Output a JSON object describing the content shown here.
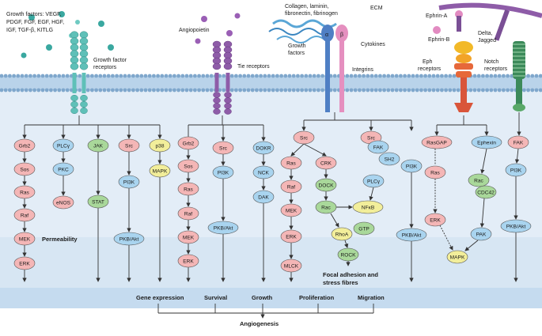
{
  "ligands": {
    "growth_factors_lines": [
      "Growth factors: VEGF,",
      "PDGF, FGF, EGF, HGF,",
      "IGF, TGF-β, KITLG"
    ],
    "angiopoietin": "Angiopoietin",
    "ecm_lines": [
      "Collagen, laminin,",
      "fibronectin, fibrinogen"
    ],
    "ecm": "ECM",
    "growth_factors_2_lines": [
      "Growth",
      "factors"
    ],
    "cytokines": "Cytokines",
    "ephrin_a": "Ephrin-A",
    "ephrin_b": "Ephrin-B",
    "delta_jagged_lines": [
      "Delta,",
      "Jagged"
    ]
  },
  "receptors": {
    "gf_receptors_lines": [
      "Growth factor",
      "receptors"
    ],
    "tie_receptors": "Tie receptors",
    "integrins": "Integrins",
    "integrin_alpha": "α",
    "integrin_beta": "β",
    "eph_receptors_lines": [
      "Eph",
      "receptors"
    ],
    "notch_receptors_lines": [
      "Notch",
      "receptors"
    ]
  },
  "nodes": {
    "grb2_a": "Grb2",
    "sos_a": "Sos",
    "ras_a": "Ras",
    "raf_a": "Raf",
    "mek_a": "MEK",
    "erk_a": "ERK",
    "plcg_a": "PLCγ",
    "pkc": "PKC",
    "enos": "eNOS",
    "jak": "JAK",
    "stat": "STAT",
    "src_a": "Src",
    "pi3k_a": "PI3K",
    "pkb_a": "PKB/Akt",
    "p38": "p38",
    "mapk_a": "MAPK",
    "grb2_b": "Grb2",
    "sos_b": "Sos",
    "ras_b": "Ras",
    "raf_b": "Raf",
    "mek_b": "MEK",
    "erk_b": "ERK",
    "src_b": "Src",
    "pi3k_b": "PI3K",
    "pkb_b": "PKB/Akt",
    "dokr": "DOKR",
    "nck": "NCK",
    "dak": "DAK",
    "src_c": "Src",
    "ras_c": "Ras",
    "raf_c": "Raf",
    "mek_c": "MEK",
    "erk_c": "ERK",
    "mlck": "MLCK",
    "crk": "CRK",
    "dock": "DOCK",
    "rac_a": "Rac",
    "rhoa": "RhoA",
    "gtp": "GTP",
    "rock": "ROCK",
    "nfkb": "NFκB",
    "src_d": "Src",
    "fak_a": "FAK",
    "sh2": "SH2",
    "plcg_b": "PLCγ",
    "pi3k_c": "PI3K",
    "pkb_c": "PKB/Akt",
    "rasgap": "RasGAP",
    "ras_d": "Ras",
    "erk_d": "ERK",
    "ephexin": "Ephexin",
    "rac_b": "Rac",
    "cdc42": "CDC42",
    "pak": "PAK",
    "mapk_b": "MAPK",
    "fak_b": "FAK",
    "pi3k_d": "PI3K",
    "pkb_d": "PKB/Akt"
  },
  "labels": {
    "permeability": "Permeability",
    "focal_lines": [
      "Focal adhesion and",
      "stress fibres"
    ]
  },
  "outcomes": {
    "gene_expression": "Gene expression",
    "survival": "Survival",
    "growth": "Growth",
    "proliferation": "Proliferation",
    "migration": "Migration"
  },
  "final": "Angiogenesis",
  "colors": {
    "pink": "#f4b6b6",
    "blue": "#a9d4ef",
    "green": "#a9d89a",
    "yellow": "#f2ee9a",
    "teal": "#5fc0b8",
    "purple": "#8e5ca8",
    "membrane": "#b9d3ea",
    "cytoplasm": "#e1ecf6"
  }
}
